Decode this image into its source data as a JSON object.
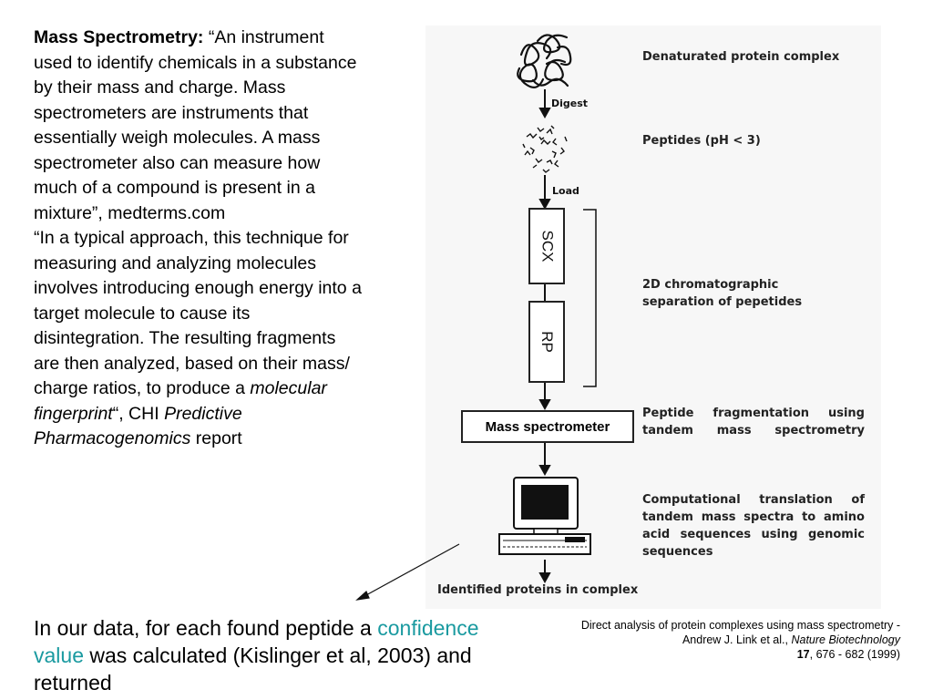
{
  "left_text": {
    "heading": "Mass Spectrometry:",
    "para1": " “An instrument used to identify chemicals in a substance by their mass and charge. Mass spectrometers are instruments that essentially weigh molecules. A mass spectrometer also can measure how much of a compound is present in a mixture”, medterms.com",
    "para2_a": "“In a typical approach, this technique for measuring and analyzing molecules involves introducing enough energy into a target molecule to cause its disintegration. The resulting fragments are then analyzed, based on their mass/ charge ratios, to produce a ",
    "para2_italic1": "molecular fingerprint",
    "para2_b": "“, CHI ",
    "para2_italic2": "Predictive Pharmacogenomics",
    "para2_c": " report"
  },
  "bottom_text": {
    "part1": "In our data, for each found peptide a ",
    "highlight": "confidence value",
    "part2": " was calculated (Kislinger et al, 2003) and returned"
  },
  "citation": {
    "line1": "Direct analysis of protein complexes using mass spectrometry - Andrew J. Link et al., ",
    "journal": "Nature Biotechnology",
    "volume": "17",
    "pages": ", 676 - 682 (1999)"
  },
  "figure": {
    "step1": "Denaturated protein complex",
    "arrow1": "Digest",
    "step2": "Peptides (pH < 3)",
    "arrow2": "Load",
    "box_scx": "SCX",
    "box_rp": "RP",
    "step3": "2D chromatographic separation of pepetides",
    "box_ms": "Mass spectrometer",
    "step4": "Peptide fragmentation using tandem mass spectrometry",
    "step5": "Computational translation of tandem mass spectra to amino acid sequences using genomic sequences",
    "step6": "Identified proteins in complex"
  },
  "colors": {
    "highlight": "#1a9aa0",
    "figure_bg": "#f7f7f7"
  }
}
